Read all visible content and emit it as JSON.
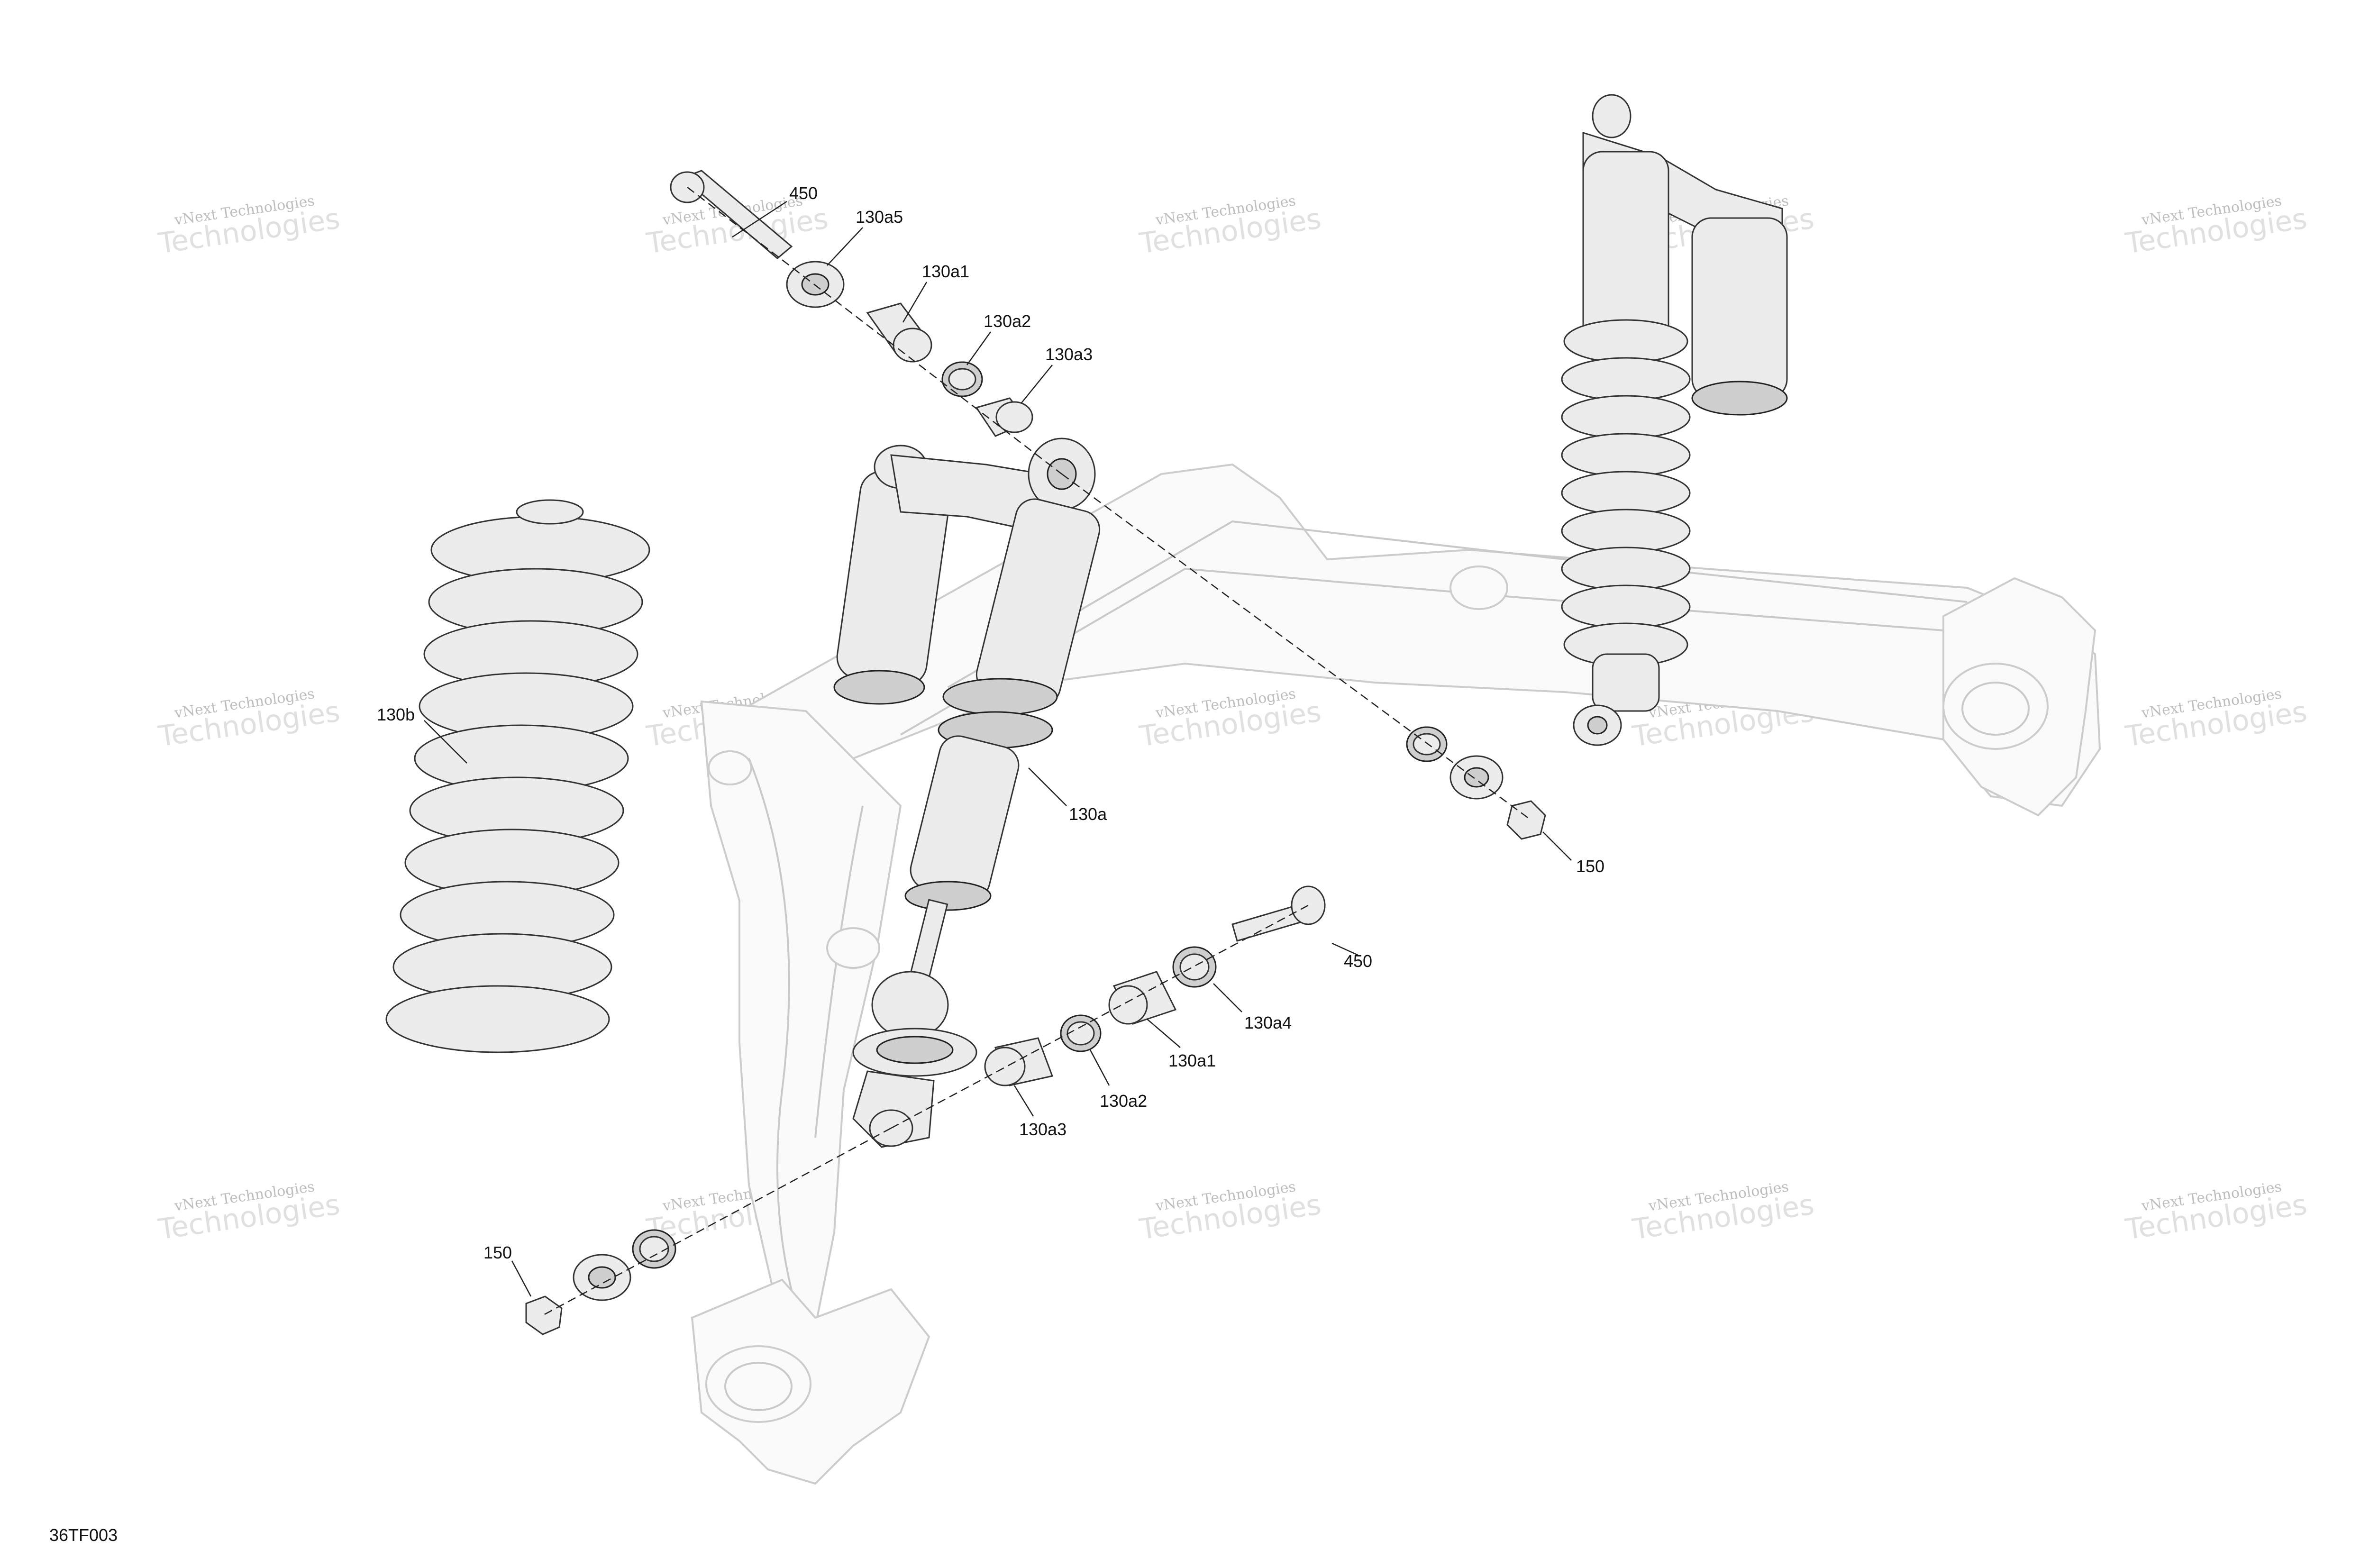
{
  "watermark": {
    "line1": "vNext Technologies",
    "line2": "Technologies"
  },
  "callouts": {
    "bolt_top": "450",
    "bushing_top_a5": "130a5",
    "sleeve_top_a1": "130a1",
    "ring_top_a2": "130a2",
    "sleeve_top_a3": "130a3",
    "spring": "130b",
    "shock": "130a",
    "nut_right": "150",
    "bolt_bottom": "450",
    "ring_bottom_a4": "130a4",
    "sleeve_bottom_a1": "130a1",
    "ring_bottom_a2": "130a2",
    "sleeve_bottom_a3": "130a3",
    "nut_left": "150"
  },
  "diagram_code": "36TF003"
}
